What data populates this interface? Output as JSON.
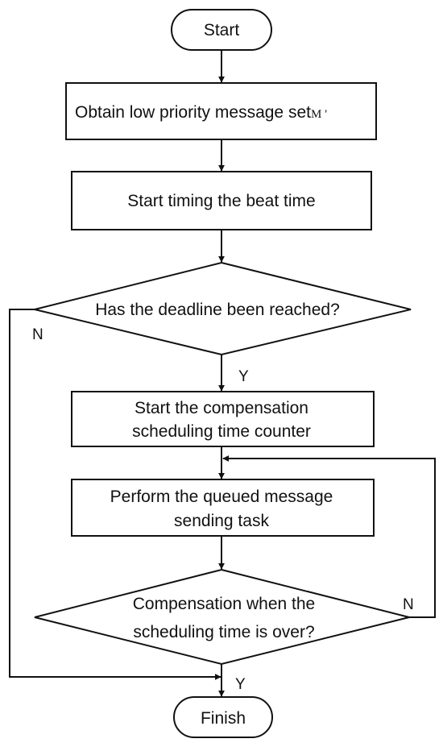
{
  "nodes": {
    "start": "Start",
    "obtain": "Obtain low priority message set",
    "obtain_symbol": "M",
    "obtain_trailing": "'",
    "timing": "Start timing the beat time",
    "deadline": "Has the deadline been reached?",
    "counter_line1": "Start the compensation",
    "counter_line2": "scheduling time counter",
    "perform_line1": "Perform the queued message",
    "perform_line2": "sending task",
    "compensation_line1": "Compensation when the",
    "compensation_line2": "scheduling time is over?",
    "finish": "Finish"
  },
  "edge_labels": {
    "deadline_no": "N",
    "deadline_yes": "Y",
    "compensation_no": "N",
    "compensation_yes": "Y"
  },
  "colors": {
    "stroke": "#111111",
    "fill": "#ffffff"
  }
}
